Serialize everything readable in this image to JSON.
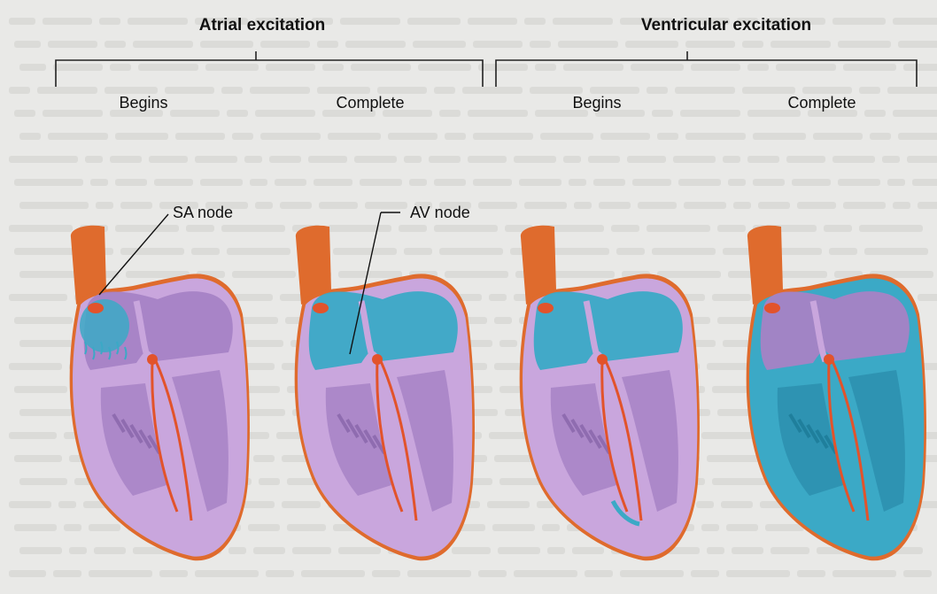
{
  "panels": [
    {
      "title": "Atrial excitation",
      "stages": [
        "Begins",
        "Complete"
      ]
    },
    {
      "title": "Ventricular excitation",
      "stages": [
        "Begins",
        "Complete"
      ]
    }
  ],
  "labels": {
    "sa_node": "SA node",
    "av_node": "AV node"
  },
  "colors": {
    "myocardium": "#c9a6dd",
    "myocardium_dark": "#a782c5",
    "excited": "#3ba9c6",
    "vessel": "#df6b2d",
    "conduction": "#e2532b"
  }
}
